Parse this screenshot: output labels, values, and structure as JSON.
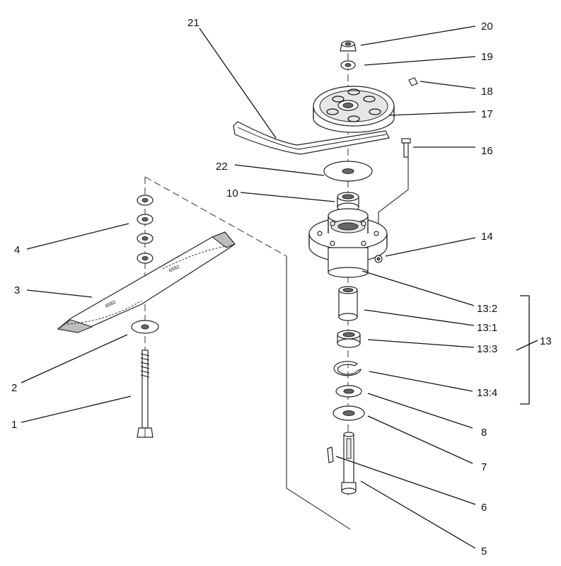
{
  "labels": {
    "l1": "1",
    "l2": "2",
    "l3": "3",
    "l4": "4",
    "l5": "5",
    "l6": "6",
    "l7": "7",
    "l8": "8",
    "l10": "10",
    "l13": "13",
    "l13_1": "13:1",
    "l13_2": "13:2",
    "l13_3": "13:3",
    "l13_4": "13:4",
    "l14": "14",
    "l16": "16",
    "l17": "17",
    "l18": "18",
    "l19": "19",
    "l20": "20",
    "l21": "21",
    "l22": "22"
  }
}
